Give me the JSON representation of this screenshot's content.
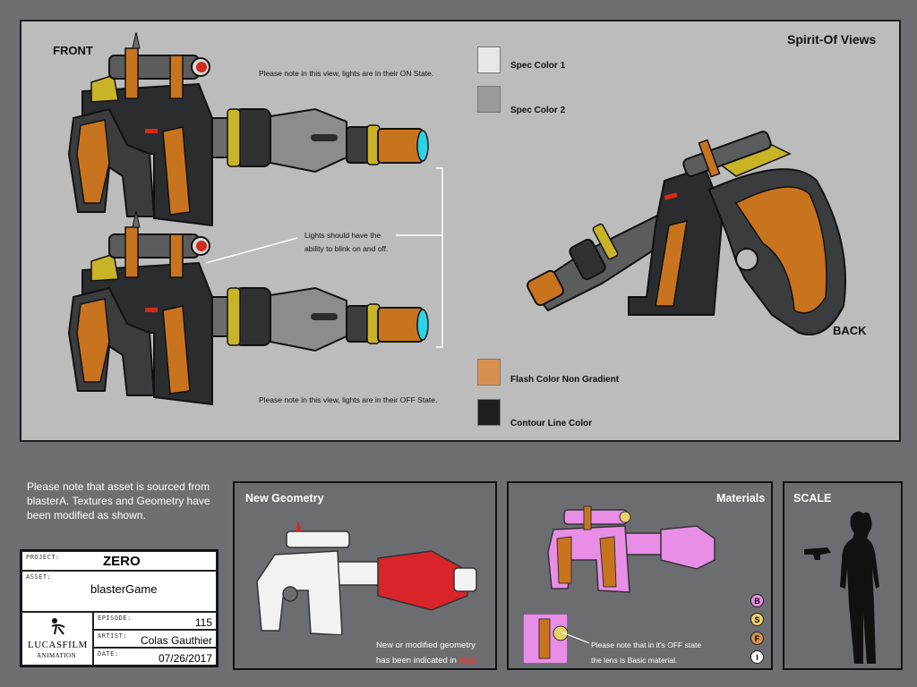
{
  "views": {
    "title": "Spirit-Of Views",
    "front_label": "FRONT",
    "back_label": "BACK",
    "note_on": "Please note in this view, lights are in their ON State.",
    "note_off": "Please note in this view, lights are in their OFF State.",
    "lights_note_line1": "Lights should have the",
    "lights_note_line2": "ability to blink on and off."
  },
  "swatches": [
    {
      "label": "Spec Color 1",
      "color": "#e8e8e8"
    },
    {
      "label": "Spec Color 2",
      "color": "#9a9a9a"
    },
    {
      "label": "Flash Color Non Gradient",
      "color": "#d9904f"
    },
    {
      "label": "Contour Line  Color",
      "color": "#1e1e1e"
    }
  ],
  "intro_text": "Please note that asset is sourced from blasterA. Textures and Geometry have been modified as shown.",
  "title_block": {
    "project_label": "PROJECT:",
    "project": "ZERO",
    "asset_label": "ASSET:",
    "asset": "blasterGame",
    "logo_line1": "LUCASFILM",
    "logo_line2": "ANIMATION",
    "episode_label": "EPISODE:",
    "episode": "115",
    "artist_label": "ARTIST:",
    "artist": "Colas Gauthier",
    "date_label": "DATE:",
    "date": "07/26/2017"
  },
  "geometry_panel": {
    "title": "New Geometry",
    "note_line1": "New or modified geometry",
    "note_line2": "has been indicated in ",
    "note_highlight": "RED"
  },
  "materials_panel": {
    "title": "Materials",
    "badges": [
      "B",
      "S",
      "F",
      "I"
    ],
    "note_line1": "Please note that in it's OFF state",
    "note_line2": "the lens is Basic material."
  },
  "scale_panel": {
    "title": "SCALE"
  },
  "colors": {
    "orange": "#c8741f",
    "dark_body": "#2a2c2e",
    "gray_barrel": "#6a6c6e",
    "yellow": "#c9b428",
    "cyan_light": "#2ad4e6",
    "red_light": "#d42a1a",
    "pink_material": "#e98ee6",
    "red_geometry": "#d9242a"
  }
}
